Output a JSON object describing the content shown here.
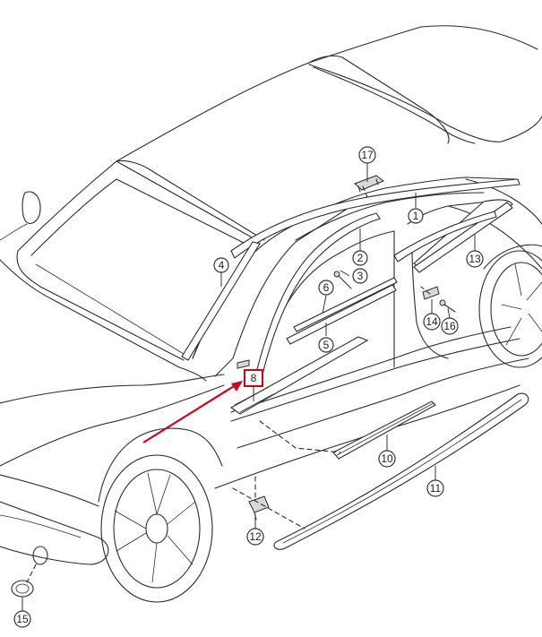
{
  "callouts": [
    {
      "id": "c17",
      "label": "17"
    },
    {
      "id": "c1",
      "label": "1"
    },
    {
      "id": "c2",
      "label": "2"
    },
    {
      "id": "c3",
      "label": "3"
    },
    {
      "id": "c4",
      "label": "4"
    },
    {
      "id": "c5",
      "label": "5"
    },
    {
      "id": "c6",
      "label": "6"
    },
    {
      "id": "c13",
      "label": "13"
    },
    {
      "id": "c14",
      "label": "14"
    },
    {
      "id": "c16",
      "label": "16"
    },
    {
      "id": "c10",
      "label": "10"
    },
    {
      "id": "c11",
      "label": "11"
    },
    {
      "id": "c12",
      "label": "12"
    },
    {
      "id": "c15",
      "label": "15"
    }
  ],
  "highlight": {
    "label": "8",
    "box_color": "#d0021b",
    "arrow_color": "#d0021b"
  }
}
